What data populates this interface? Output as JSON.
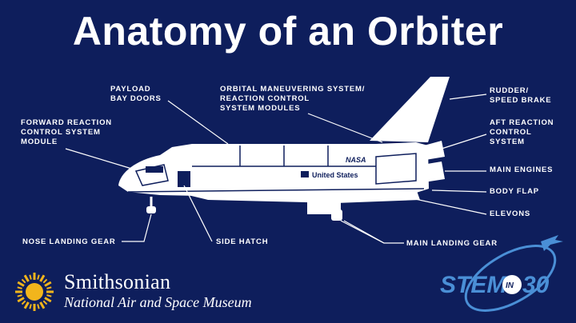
{
  "title": "Anatomy of an Orbiter",
  "labels": {
    "payload_bay_doors": "PAYLOAD\nBAY DOORS",
    "orbital_maneuvering": "ORBITAL MANEUVERING SYSTEM/\nREACTION CONTROL\nSYSTEM MODULES",
    "rudder": "RUDDER/\nSPEED BRAKE",
    "forward_rcs": "FORWARD REACTION\nCONTROL SYSTEM\nMODULE",
    "aft_rcs": "AFT REACTION\nCONTROL\nSYSTEM",
    "main_engines": "MAIN ENGINES",
    "body_flap": "BODY FLAP",
    "elevons": "ELEVONS",
    "nose_landing_gear": "NOSE LANDING GEAR",
    "side_hatch": "SIDE HATCH",
    "main_landing_gear": "MAIN LANDING GEAR"
  },
  "orbiter_markings": {
    "nasa": "NASA",
    "country": "United States"
  },
  "branding": {
    "name": "Smithsonian",
    "museum": "National Air and Space Museum",
    "stem_left": "STEM",
    "stem_in": "IN",
    "stem_right": "30"
  },
  "colors": {
    "background": "#0e1e5c",
    "foreground": "#ffffff",
    "sun_gold": "#f2b51c",
    "stem_blue": "#4a8fd6"
  }
}
